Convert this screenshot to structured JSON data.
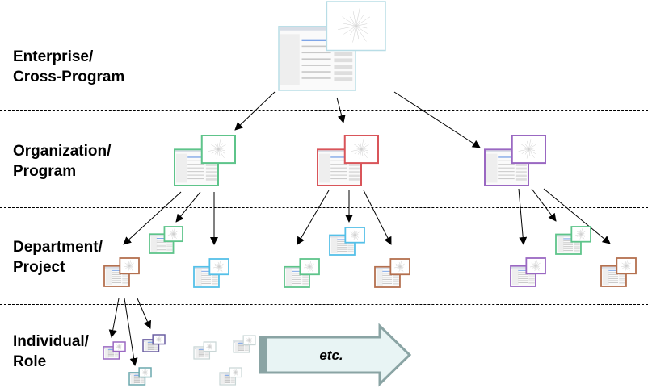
{
  "levels": [
    {
      "id": "enterprise",
      "line1": "Enterprise/",
      "line2": "Cross-Program"
    },
    {
      "id": "organization",
      "line1": "Organization/",
      "line2": "Program"
    },
    {
      "id": "department",
      "line1": "Department/",
      "line2": "Project"
    },
    {
      "id": "individual",
      "line1": "Individual/",
      "line2": "Role"
    }
  ],
  "arrow_label": "etc.",
  "colors": {
    "enterprise": "#b8dde6",
    "green": "#5ec48a",
    "red": "#d9555a",
    "purple": "#9a68c2",
    "blue": "#55c0e8",
    "brown": "#b4704f",
    "darkpurple": "#6a5ea2",
    "teal": "#6ba8ad",
    "faded": "#c9d6d6",
    "etc_fill": "#e8f4f4",
    "etc_stroke": "#8aa4a4"
  }
}
